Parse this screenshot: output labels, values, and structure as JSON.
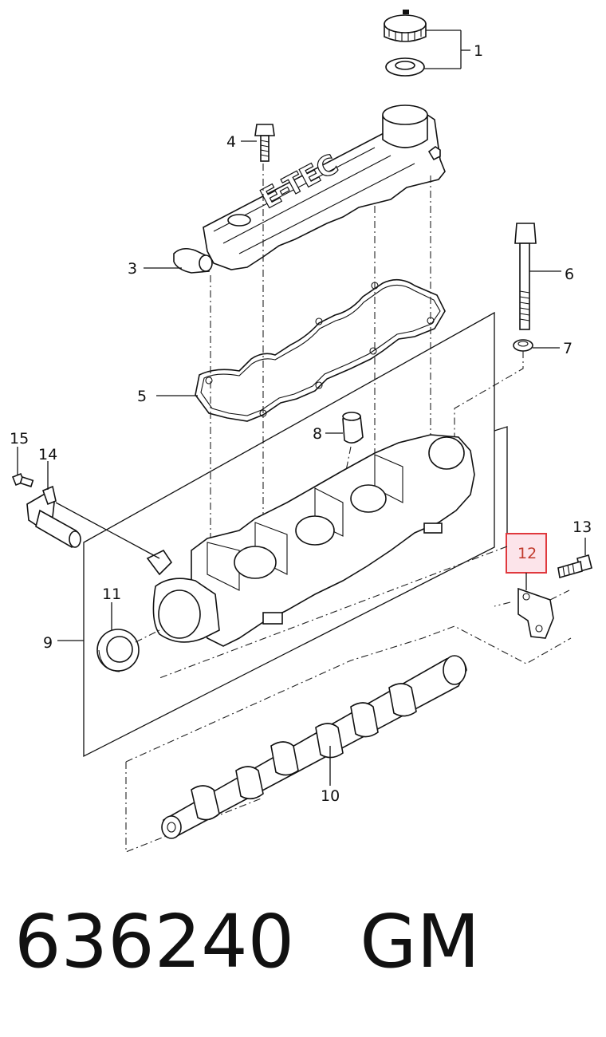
{
  "callouts": {
    "c1": "1",
    "c2": "3",
    "c3": "4",
    "c4": "5",
    "c5": "6",
    "c6": "7",
    "c7": "8",
    "c8": "9",
    "c9": "10",
    "c10": "11",
    "c11": "12",
    "c12": "13",
    "c13": "14",
    "c14": "15"
  },
  "cover_text": "E-TEC",
  "highlight": {
    "part": "12",
    "border_color": "#e0393e",
    "fill_color": "#fce4ea"
  },
  "footer": {
    "part_number": "636240",
    "brand": "GM"
  }
}
